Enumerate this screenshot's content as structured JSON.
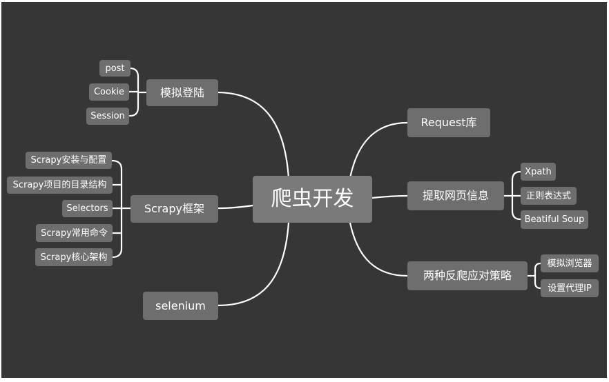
{
  "root": {
    "label": "爬虫开发"
  },
  "left": {
    "login": {
      "label": "模拟登陆",
      "children": [
        "post",
        "Cookie",
        "Session"
      ]
    },
    "scrapy": {
      "label": "Scrapy框架",
      "children": [
        "Scrapy安装与配置",
        "Scrapy项目的目录结构",
        "Selectors",
        "Scrapy常用命令",
        "Scrapy核心架构"
      ]
    },
    "selenium": {
      "label": "selenium"
    }
  },
  "right": {
    "request": {
      "label": "Request库"
    },
    "extract": {
      "label": "提取网页信息",
      "children": [
        "Xpath",
        "正则表达式",
        "Beatiful Soup"
      ]
    },
    "anti": {
      "label": "两种反爬应对策略",
      "children": [
        "模拟浏览器",
        "设置代理IP"
      ]
    }
  },
  "colors": {
    "background": "#363636",
    "root": "#7a7a7a",
    "node": "#6e6e6e",
    "line": "#ffffff",
    "text": "#ffffff"
  }
}
